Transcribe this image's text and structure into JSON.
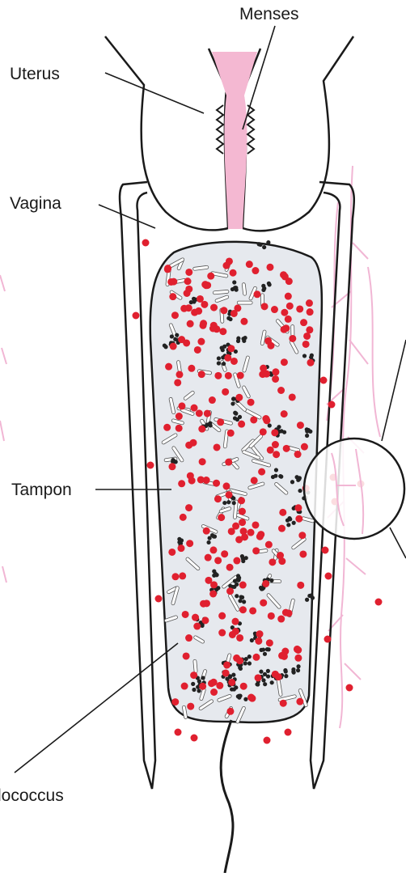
{
  "labels": {
    "menses": "Menses",
    "uterus": "Uterus",
    "vagina": "Vagina",
    "tampon": "Tampon",
    "staph": "lococcus"
  },
  "colors": {
    "outline": "#1a1a1a",
    "menses_fill": "#f4b8d2",
    "tampon_fill": "#e6e9ee",
    "staph_red": "#e0202f",
    "cluster_black": "#222222",
    "capillary_pink": "#f1b6d4"
  }
}
